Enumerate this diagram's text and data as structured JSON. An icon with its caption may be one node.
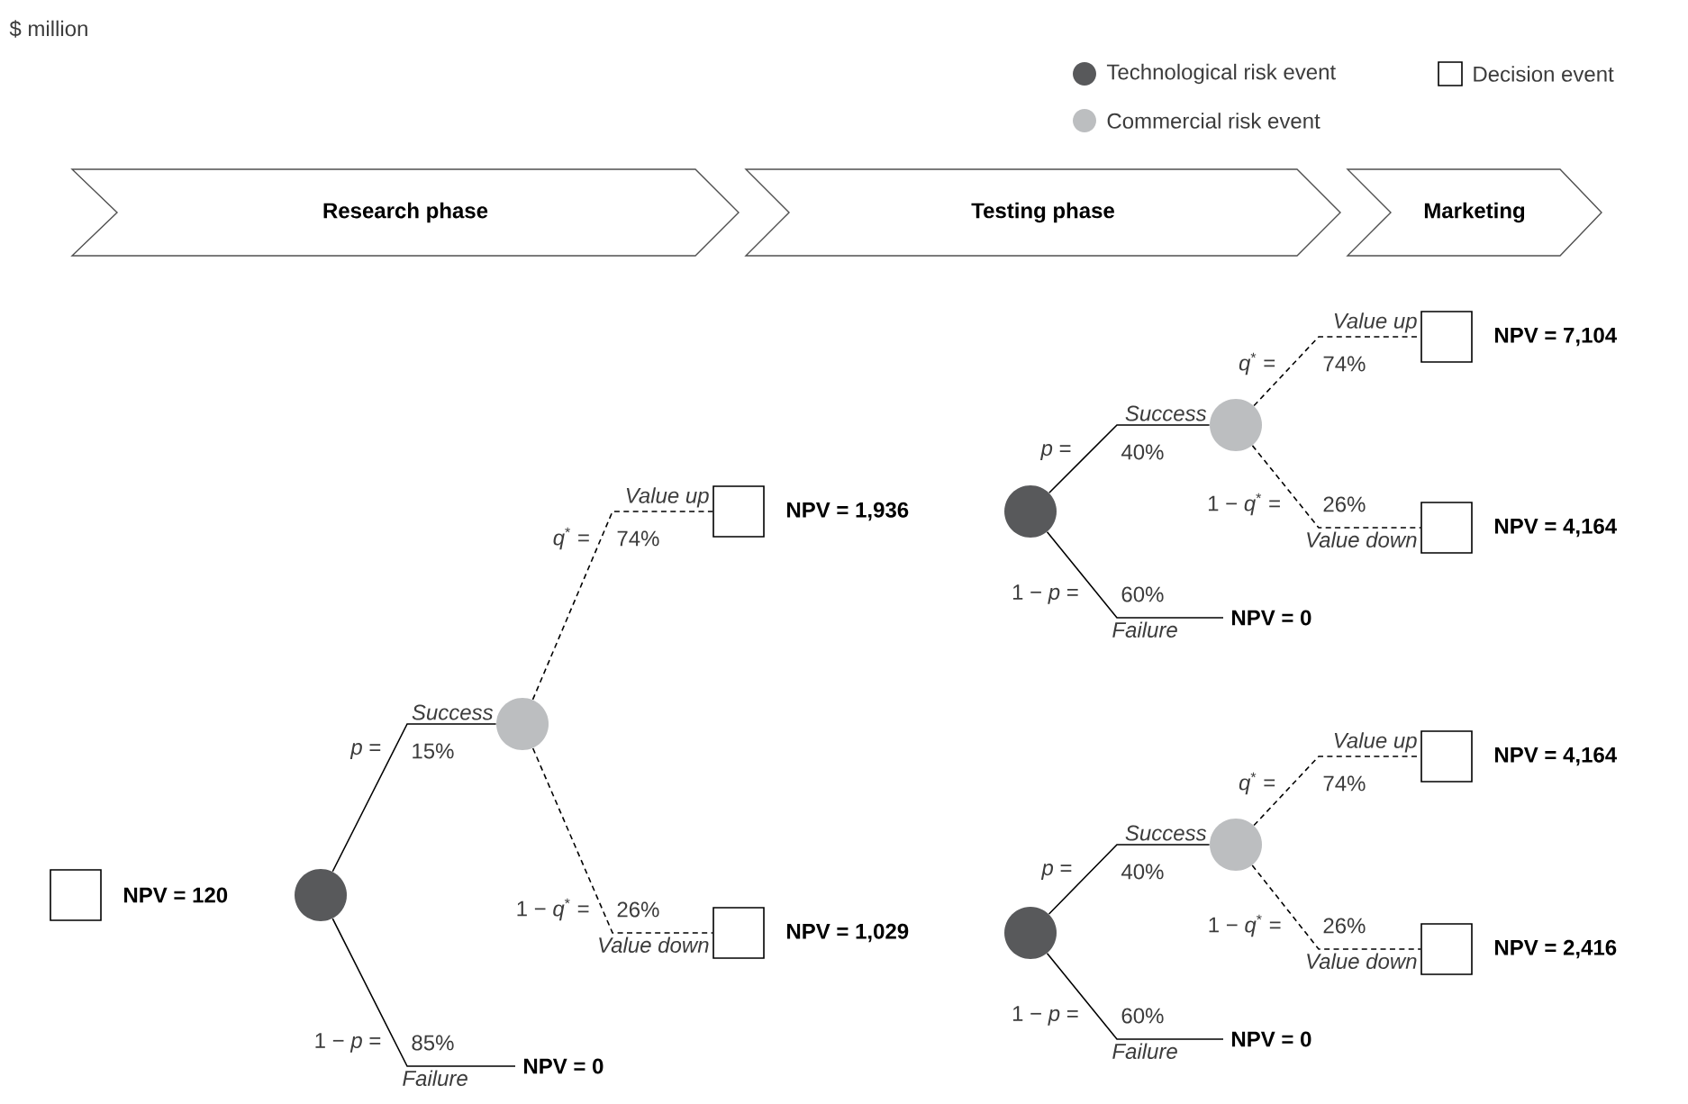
{
  "diagram": {
    "nodes": [
      {
        "text": [
          "Research phase"
        ]
      },
      {
        "text": [
          "Testing phase"
        ]
      },
      {
        "text": [
          "Marketing"
        ]
      },
      {
        "text": [],
        "shape": "box",
        "beside": [
          "NPV = 120"
        ]
      },
      {
        "text": [],
        "shape": "circle"
      },
      {
        "text": [],
        "shape": "circle"
      },
      {
        "text": [
          "NPV = 0"
        ]
      },
      {
        "text": [],
        "shape": "box",
        "beside": [
          "NPV = 1,936"
        ]
      },
      {
        "text": [],
        "shape": "box",
        "beside": [
          "NPV = 1,029"
        ]
      },
      {
        "text": [],
        "shape": "circle"
      },
      {
        "text": [],
        "shape": "circle"
      },
      {
        "text": [
          "NPV = 0"
        ]
      },
      {
        "text": [],
        "shape": "box",
        "beside": [
          "NPV = 7,104"
        ]
      },
      {
        "text": [],
        "shape": "box",
        "beside": [
          "NPV = 4,164"
        ]
      },
      {
        "text": [],
        "shape": "circle"
      },
      {
        "text": [],
        "shape": "circle"
      },
      {
        "text": [
          "NPV = 0"
        ]
      },
      {
        "text": [],
        "shape": "box",
        "beside": [
          "NPV = 4,164"
        ]
      },
      {
        "text": [],
        "shape": "box",
        "beside": [
          "NPV = 2,416"
        ]
      }
    ],
    "edges": [
      {
        "from": 4,
        "to": 5,
        "arrow": "none",
        "label": "Success"
      },
      {
        "from": 4,
        "to": 6,
        "arrow": "none",
        "label": "Failure"
      },
      {
        "from": 5,
        "to": 7,
        "arrow": "none",
        "label": "Value up",
        "style": "dashed"
      },
      {
        "from": 5,
        "to": 8,
        "arrow": "none",
        "label": "Value down",
        "style": "dashed"
      },
      {
        "from": 9,
        "to": 10,
        "arrow": "none",
        "label": "Success"
      },
      {
        "from": 9,
        "to": 11,
        "arrow": "none",
        "label": "Failure"
      },
      {
        "from": 10,
        "to": 12,
        "arrow": "none",
        "label": "Value up",
        "style": "dashed"
      },
      {
        "from": 10,
        "to": 13,
        "arrow": "none",
        "label": "Value down",
        "style": "dashed"
      },
      {
        "from": 14,
        "to": 15,
        "arrow": "none",
        "label": "Success"
      },
      {
        "from": 14,
        "to": 16,
        "arrow": "none",
        "label": "Failure"
      },
      {
        "from": 15,
        "to": 17,
        "arrow": "none",
        "label": "Value up",
        "style": "dashed"
      },
      {
        "from": 15,
        "to": 18,
        "arrow": "none",
        "label": "Value down",
        "style": "dashed"
      }
    ],
    "labels": [
      "$ million",
      "*p* =",
      "15%",
      "1 − *p* =",
      "85%",
      "*q*$^{*}$ =",
      "74%",
      "1 − *q*$^{*}$ =",
      "26%",
      "*p* =",
      "40%",
      "1 − *p* =",
      "60%",
      "*q*$^{*}$ =",
      "74%",
      "1 − *q*$^{*}$ =",
      "26%",
      "*p* =",
      "40%",
      "1 − *p* =",
      "60%",
      "*q*$^{*}$ =",
      "74%",
      "1 − *q*$^{*}$ =",
      "26%"
    ],
    "legend": [
      {
        "text": "Technological risk event",
        "color": "#58595b"
      },
      {
        "text": "Decision event"
      },
      {
        "text": "Commercial risk event",
        "color": "#bcbec0"
      }
    ]
  }
}
